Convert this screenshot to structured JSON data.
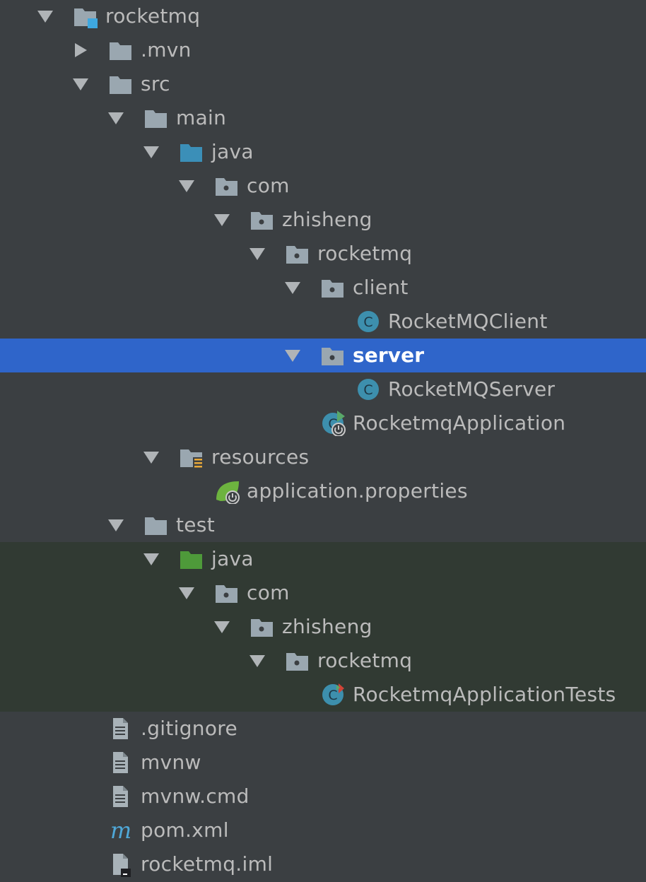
{
  "tree": {
    "items": [
      {
        "label": "rocketmq",
        "depth": 0,
        "arrow": "expanded",
        "icon": "module-folder-icon"
      },
      {
        "label": ".mvn",
        "depth": 1,
        "arrow": "collapsed",
        "icon": "folder-icon"
      },
      {
        "label": "src",
        "depth": 1,
        "arrow": "expanded",
        "icon": "folder-icon"
      },
      {
        "label": "main",
        "depth": 2,
        "arrow": "expanded",
        "icon": "folder-icon"
      },
      {
        "label": "java",
        "depth": 3,
        "arrow": "expanded",
        "icon": "source-root-folder-icon"
      },
      {
        "label": "com",
        "depth": 4,
        "arrow": "expanded",
        "icon": "package-icon"
      },
      {
        "label": "zhisheng",
        "depth": 5,
        "arrow": "expanded",
        "icon": "package-icon"
      },
      {
        "label": "rocketmq",
        "depth": 6,
        "arrow": "expanded",
        "icon": "package-icon"
      },
      {
        "label": "client",
        "depth": 7,
        "arrow": "expanded",
        "icon": "package-icon"
      },
      {
        "label": "RocketMQClient",
        "depth": 8,
        "arrow": "none",
        "icon": "java-class-icon"
      },
      {
        "label": "server",
        "depth": 7,
        "arrow": "expanded",
        "icon": "package-icon",
        "selected": true
      },
      {
        "label": "RocketMQServer",
        "depth": 8,
        "arrow": "none",
        "icon": "java-class-icon"
      },
      {
        "label": "RocketmqApplication",
        "depth": 7,
        "arrow": "none",
        "icon": "spring-boot-class-icon"
      },
      {
        "label": "resources",
        "depth": 3,
        "arrow": "expanded",
        "icon": "resources-folder-icon"
      },
      {
        "label": "application.properties",
        "depth": 4,
        "arrow": "none",
        "icon": "spring-properties-icon"
      },
      {
        "label": "test",
        "depth": 2,
        "arrow": "expanded",
        "icon": "folder-icon"
      },
      {
        "label": "java",
        "depth": 3,
        "arrow": "expanded",
        "icon": "test-root-folder-icon",
        "test": true
      },
      {
        "label": "com",
        "depth": 4,
        "arrow": "expanded",
        "icon": "package-icon",
        "test": true
      },
      {
        "label": "zhisheng",
        "depth": 5,
        "arrow": "expanded",
        "icon": "package-icon",
        "test": true
      },
      {
        "label": "rocketmq",
        "depth": 6,
        "arrow": "expanded",
        "icon": "package-icon",
        "test": true
      },
      {
        "label": "RocketmqApplicationTests",
        "depth": 7,
        "arrow": "none",
        "icon": "test-class-icon",
        "test": true
      },
      {
        "label": ".gitignore",
        "depth": 1,
        "arrow": "none",
        "icon": "text-file-icon"
      },
      {
        "label": "mvnw",
        "depth": 1,
        "arrow": "none",
        "icon": "text-file-icon"
      },
      {
        "label": "mvnw.cmd",
        "depth": 1,
        "arrow": "none",
        "icon": "text-file-icon"
      },
      {
        "label": "pom.xml",
        "depth": 1,
        "arrow": "none",
        "icon": "maven-icon"
      },
      {
        "label": "rocketmq.iml",
        "depth": 1,
        "arrow": "none",
        "icon": "iml-file-icon"
      }
    ]
  },
  "colors": {
    "background": "#3b3f42",
    "test_background": "#313a33",
    "selection": "#2f65ca",
    "text": "#bbbbbb",
    "folder": "#9aa7b0",
    "source_root": "#3b8fb8",
    "test_root": "#4e9a3a",
    "class": "#3d8fad",
    "spring": "#6db33f"
  }
}
